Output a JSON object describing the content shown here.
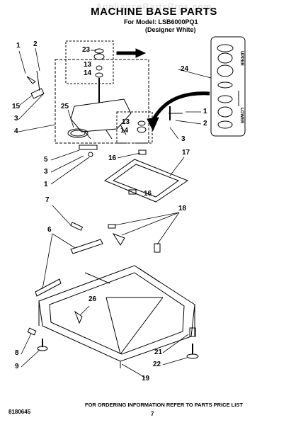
{
  "header": {
    "watermark": "AppliancePartsPros.com",
    "title": "MACHINE BASE PARTS",
    "model_line": "For Model: LSB6000PQ1",
    "color_line": "(Designer White)"
  },
  "inset": {
    "upper_label": "UPPER",
    "lower_label": "LOWER"
  },
  "callouts": [
    "1",
    "2",
    "15",
    "3",
    "4",
    "25",
    "23",
    "13",
    "14",
    "24",
    "1",
    "2",
    "13",
    "14",
    "3",
    "5",
    "3",
    "1",
    "16",
    "17",
    "16",
    "7",
    "18",
    "6",
    "26",
    "8",
    "9",
    "21",
    "22",
    "19"
  ],
  "footer": {
    "doc_number": "8180645",
    "ordering_note": "FOR ORDERING INFORMATION REFER TO PARTS PRICE LIST",
    "page_number": "7"
  },
  "colors": {
    "ink": "#000000",
    "watermark": "#d9d9d9",
    "paper": "#ffffff"
  }
}
